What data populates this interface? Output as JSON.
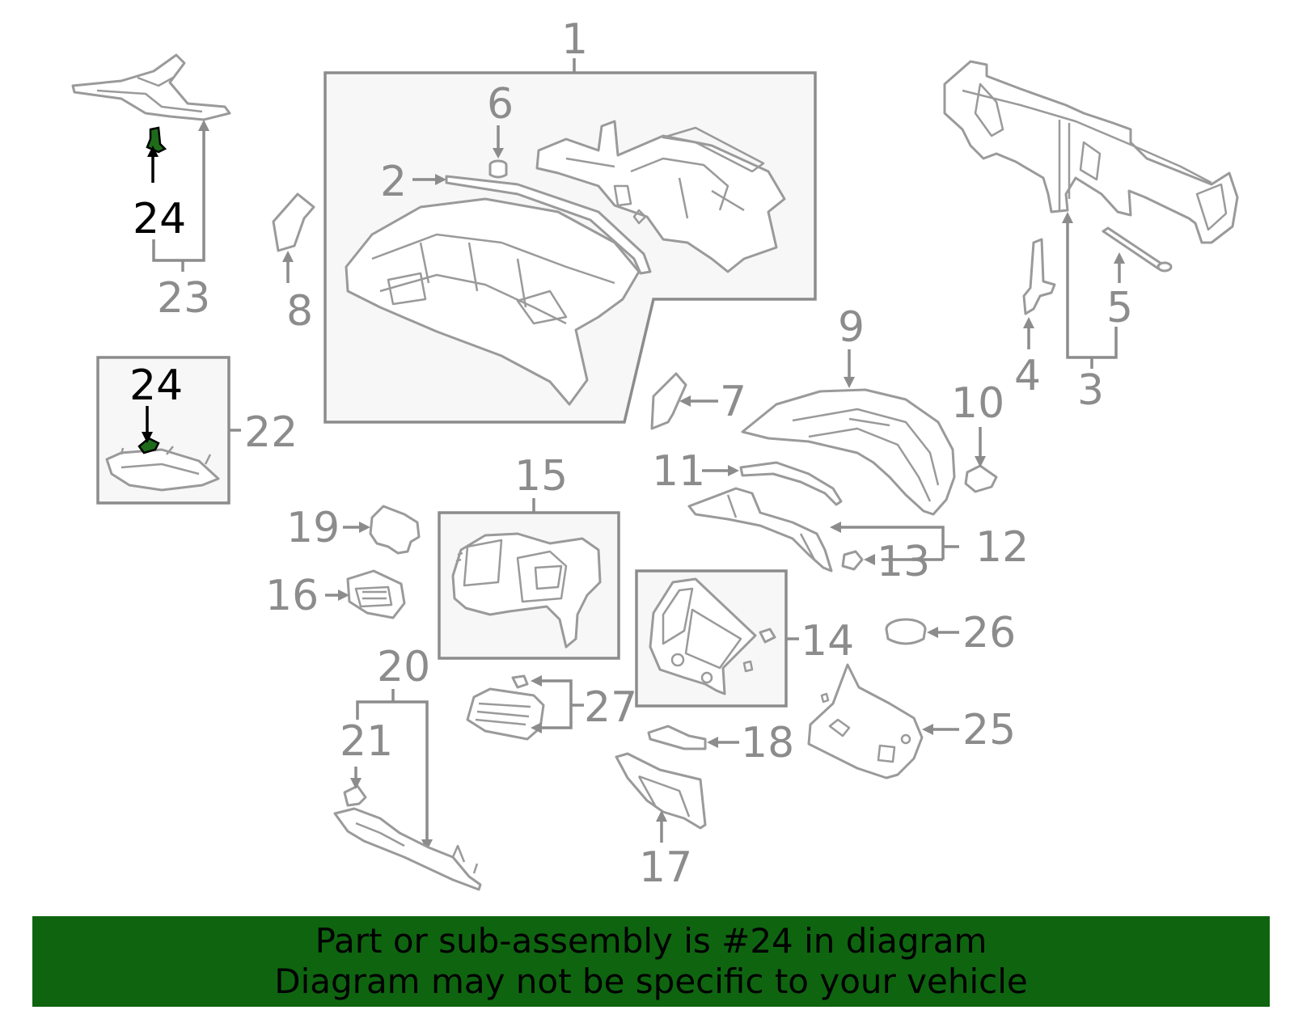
{
  "diagram": {
    "highlight_color": "#1e6b1a",
    "callouts": [
      {
        "id": "c1",
        "text": "1"
      },
      {
        "id": "c2",
        "text": "2"
      },
      {
        "id": "c3",
        "text": "3"
      },
      {
        "id": "c4",
        "text": "4"
      },
      {
        "id": "c5",
        "text": "5"
      },
      {
        "id": "c6",
        "text": "6"
      },
      {
        "id": "c7",
        "text": "7"
      },
      {
        "id": "c8",
        "text": "8"
      },
      {
        "id": "c9",
        "text": "9"
      },
      {
        "id": "c10",
        "text": "10"
      },
      {
        "id": "c11",
        "text": "11"
      },
      {
        "id": "c12",
        "text": "12"
      },
      {
        "id": "c13",
        "text": "13"
      },
      {
        "id": "c14",
        "text": "14"
      },
      {
        "id": "c15",
        "text": "15"
      },
      {
        "id": "c16",
        "text": "16"
      },
      {
        "id": "c17",
        "text": "17"
      },
      {
        "id": "c18",
        "text": "18"
      },
      {
        "id": "c19",
        "text": "19"
      },
      {
        "id": "c20",
        "text": "20"
      },
      {
        "id": "c21",
        "text": "21"
      },
      {
        "id": "c22",
        "text": "22"
      },
      {
        "id": "c23",
        "text": "23"
      },
      {
        "id": "c24a",
        "text": "24"
      },
      {
        "id": "c24b",
        "text": "24"
      },
      {
        "id": "c25",
        "text": "25"
      },
      {
        "id": "c26",
        "text": "26"
      },
      {
        "id": "c27",
        "text": "27"
      }
    ]
  },
  "banner": {
    "background": "#0f6410",
    "line1": "Part or sub-assembly is #24 in diagram",
    "line2": "Diagram may not be specific to your vehicle"
  }
}
